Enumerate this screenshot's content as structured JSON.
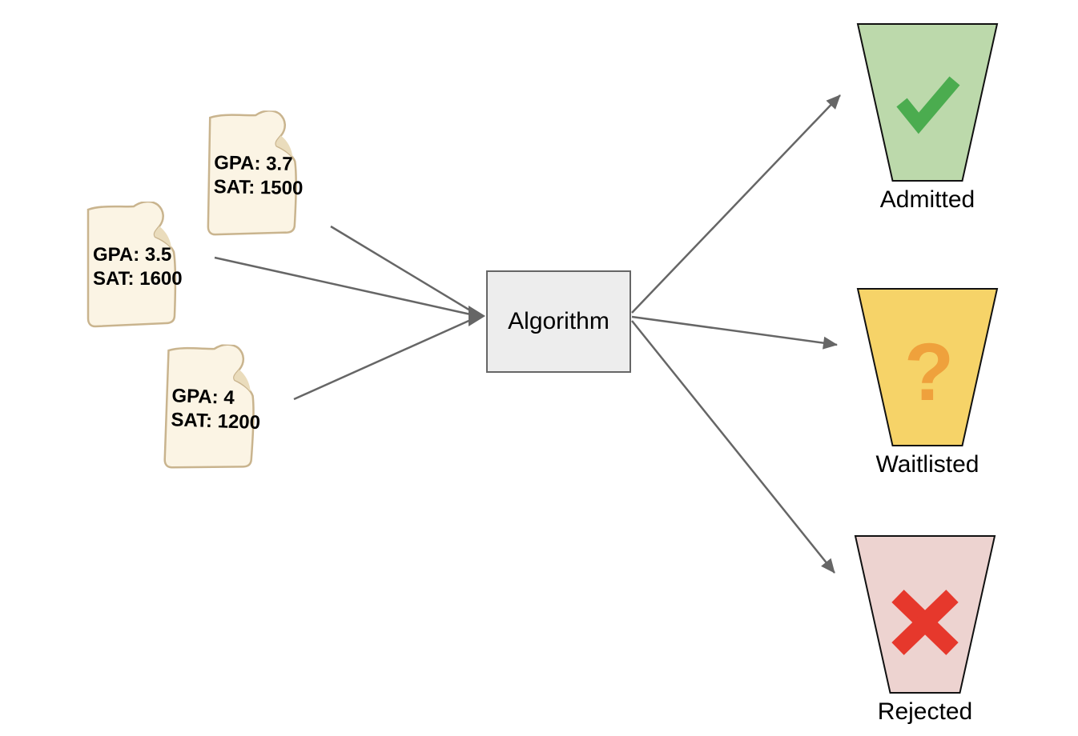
{
  "applications": [
    {
      "name": "application-1",
      "lines": [
        "GPA: 3.7",
        "SAT: 1500"
      ]
    },
    {
      "name": "application-2",
      "lines": [
        "GPA: 3.5",
        "SAT: 1600"
      ]
    },
    {
      "name": "application-3",
      "lines": [
        "GPA: 4",
        "SAT: 1200"
      ]
    }
  ],
  "processor": {
    "label": "Algorithm"
  },
  "outcomes": [
    {
      "label": "Admitted",
      "icon": "check-icon",
      "bucket_fill": "#BCD9AB",
      "icon_color": "#4BAC4F"
    },
    {
      "label": "Waitlisted",
      "icon": "question-mark-icon",
      "glyph": "?",
      "bucket_fill": "#F6D368",
      "icon_color": "#EFA13C"
    },
    {
      "label": "Rejected",
      "icon": "x-mark-icon",
      "bucket_fill": "#EDD3D0",
      "icon_color": "#E6382C"
    }
  ],
  "styles": {
    "background": "#FFFFFF",
    "paper_fill": "#FBF4E4",
    "paper_stroke": "#C9B48E",
    "curl_shadow": "#EADCBC",
    "arrow_color": "#666666",
    "processor_fill": "#EDEDED",
    "processor_stroke": "#666666",
    "bucket_stroke": "#111111",
    "text_color": "#000000"
  }
}
